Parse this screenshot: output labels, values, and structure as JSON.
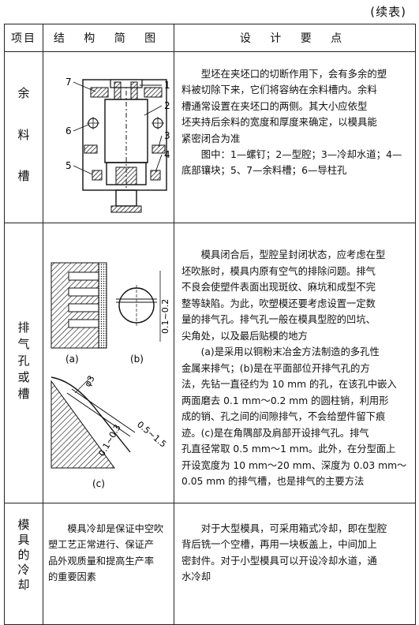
{
  "continued": "(续表)",
  "headers": {
    "item": "项目",
    "structure": "结 构 简 图",
    "points": "设 计 要 点"
  },
  "rows": [
    {
      "item": [
        "余",
        "料",
        "槽"
      ],
      "diagram_labels": [
        "1",
        "2",
        "3",
        "4",
        "5",
        "6",
        "7"
      ],
      "text": [
        "　　型坯在夹坯口的切断作用下，会有多余的塑",
        "料被切除下来，它们将容纳在余料槽内。余料",
        "槽通常设置在夹坯口的两侧。其大小应依型",
        "坯夹持后余料的宽度和厚度来确定，以模具能",
        "紧密闭合为准",
        "　　图中：1—螺钉；2—型腔；3—冷却水道；4—",
        "底部镶块；5、7—余料槽；6—导柱孔"
      ]
    },
    {
      "item": [
        "排",
        "气",
        "孔",
        "或",
        "槽"
      ],
      "diagram_labels": {
        "a": "(a)",
        "b": "(b)",
        "c": "(c)",
        "dim_b": "0.1~0.2",
        "dim_phi": "φ3",
        "dim_c1": "0.5~1.5",
        "dim_c2": "0.1~0.3"
      },
      "text": [
        "　　模具闭合后，型腔呈封闭状态，应考虑在型",
        "坯吹胀时，模具内原有空气的排除问题。排气",
        "不良会使塑件表面出现斑纹、麻坑和成型不完",
        "整等缺陷。为此，吹塑模还要考虑设置一定数",
        "量的排气孔。排气孔一般在模具型腔的凹坑、",
        "尖角处，以及最后贴模的地方",
        "　　(a)是采用以铜粉末冶金方法制造的多孔性",
        "金属来排气；(b)是在平面部位开排气孔的方",
        "法，先钻一直径约为 10 mm 的孔，在该孔中嵌入",
        "两面磨去 0.1 mm～0.2 mm 的圆柱销，利用形",
        "成的销、孔之间的间隙排气，不会给塑件留下痕",
        "迹。(c)是在角隅部及肩部开设排气孔。排气",
        "孔直径常取 0.5 mm～1 mm。此外，在分型面上",
        "开设宽度为 10 mm～20 mm、深度为 0.03 mm～",
        "0.05 mm 的排气槽，也是排气的主要方法"
      ]
    },
    {
      "item": [
        "模",
        "具",
        "的",
        "冷",
        "却"
      ],
      "left_text": [
        "　　模具冷却是保证中空吹",
        "塑工艺正常进行、保证产",
        "品外观质量和提高生产率",
        "的重要因素"
      ],
      "text": [
        "　　对于大型模具，可采用箱式冷却，即在型腔",
        "背后铣一个空槽，再用一块板盖上，中间加上",
        "密封件。对于小型模具可以开设冷却水道，通",
        "水冷却"
      ]
    }
  ]
}
